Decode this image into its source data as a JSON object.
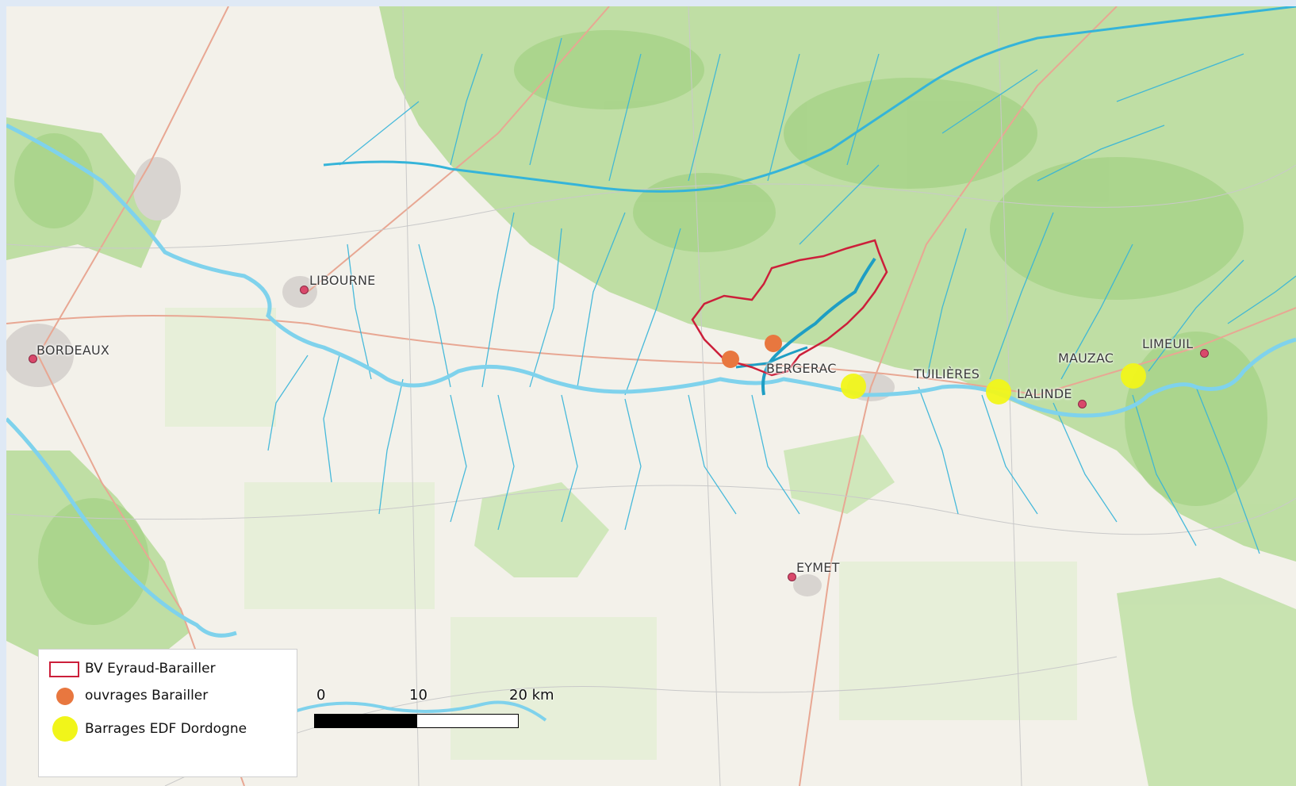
{
  "map": {
    "colors": {
      "land": "#f3f1ea",
      "forest": "#b9dc9c",
      "forest_dark": "#a6d287",
      "field": "#e7efd9",
      "river": "#35b4d9",
      "river_main": "#7fd2ec",
      "road": "#e8a793",
      "road_minor": "#c9c9c9",
      "urban": "#d8d4d0",
      "watershed": "#cc1f3a",
      "ouvrage": "#e8773f",
      "barrage": "#f1f51a",
      "town_dot": "#d9486b"
    },
    "towns": [
      {
        "id": "bordeaux",
        "label": "BORDEAUX"
      },
      {
        "id": "libourne",
        "label": "LIBOURNE"
      },
      {
        "id": "bergerac",
        "label": "BERGERAC"
      },
      {
        "id": "tuilieres",
        "label": "TUILIÈRES"
      },
      {
        "id": "lalinde",
        "label": "LALINDE"
      },
      {
        "id": "mauzac",
        "label": "MAUZAC"
      },
      {
        "id": "limeuil",
        "label": "LIMEUIL"
      },
      {
        "id": "eymet",
        "label": "EYMET"
      }
    ],
    "legend": {
      "items": [
        {
          "label": "BV Eyraud-Barailler",
          "symbol": "outline-rect"
        },
        {
          "label": "ouvrages Barailler",
          "symbol": "orange-circle"
        },
        {
          "label": "Barrages EDF Dordogne",
          "symbol": "yellow-circle"
        }
      ]
    },
    "scale_bar": {
      "ticks": [
        "0",
        "10",
        "20 km"
      ]
    }
  }
}
